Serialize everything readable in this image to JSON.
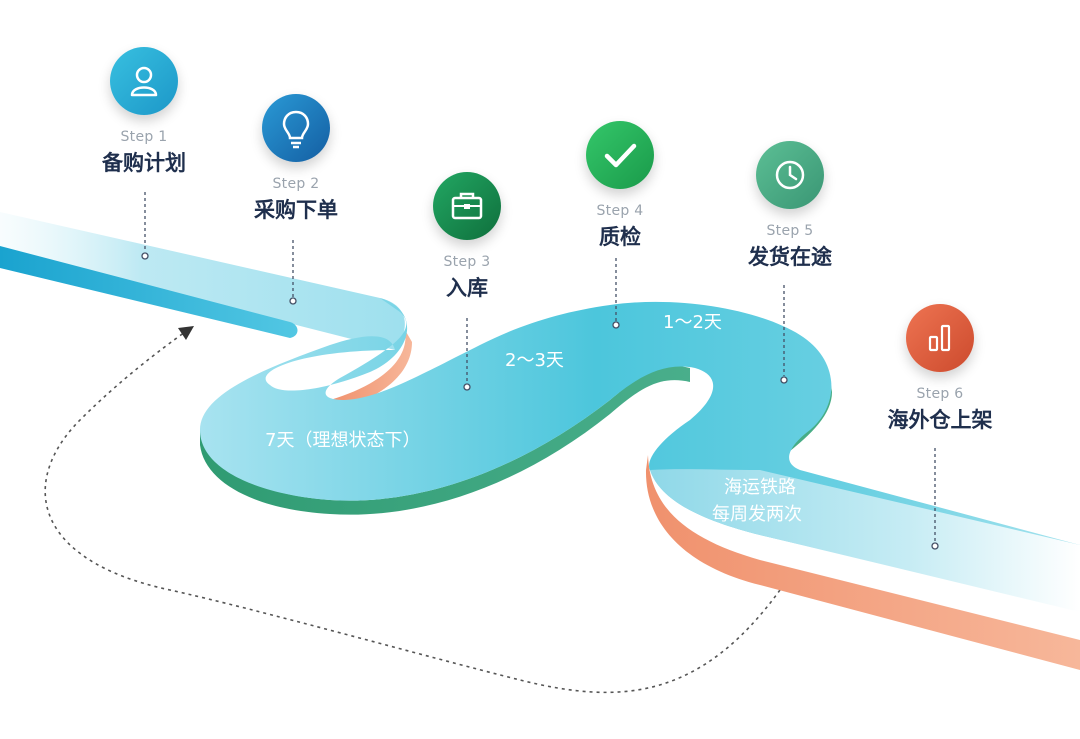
{
  "steps": [
    {
      "step": "Step 1",
      "title": "备购计划",
      "icon": "user-icon",
      "color": "#2fb2d8",
      "color2": "#1c98c6"
    },
    {
      "step": "Step 2",
      "title": "采购下单",
      "icon": "lightbulb-icon",
      "color": "#1f8ccb",
      "color2": "#1566a8"
    },
    {
      "step": "Step 3",
      "title": "入库",
      "icon": "briefcase-icon",
      "color": "#1b9a5a",
      "color2": "#137a44"
    },
    {
      "step": "Step 4",
      "title": "质检",
      "icon": "check-icon",
      "color": "#2cbd5f",
      "color2": "#1e9a4b"
    },
    {
      "step": "Step 5",
      "title": "发货在途",
      "icon": "clock-icon",
      "color": "#4fb68d",
      "color2": "#3a9876"
    },
    {
      "step": "Step 6",
      "title": "海外仓上架",
      "icon": "bar-chart-icon",
      "color": "#e8694a",
      "color2": "#cf4f32"
    }
  ],
  "durations": {
    "d1": "7天（理想状态下）",
    "d2": "2～3天",
    "d3": "1～2天",
    "d4_line1": "海运铁路",
    "d4_line2": "每周发两次"
  },
  "colors": {
    "road_top_start": "#bfe9f2",
    "road_top_mid": "#46c3da",
    "road_side_green": "#3fa784",
    "road_side_orange": "#f2a07e",
    "title_text": "#1f2f4d"
  }
}
